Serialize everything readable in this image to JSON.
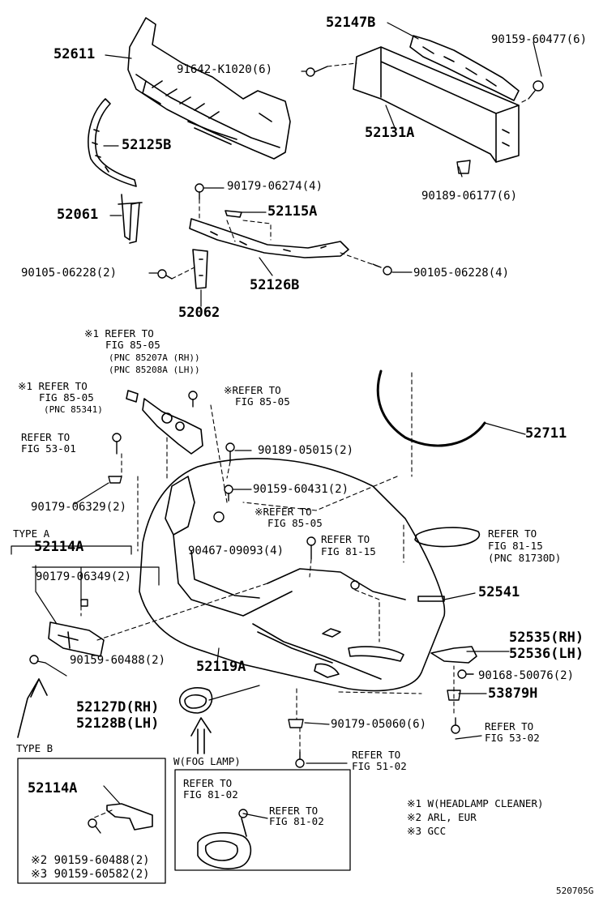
{
  "parts": {
    "p52611": "52611",
    "p52147B": "52147B",
    "p90159_60477": "90159-60477(6)",
    "p91642": "91642-K1020(6)",
    "p52125B": "52125B",
    "p52131A": "52131A",
    "p90179_06274": "90179-06274(4)",
    "p90189_06177": "90189-06177(6)",
    "p52061": "52061",
    "p52115A": "52115A",
    "p90105_left": "90105-06228(2)",
    "p90105_right": "90105-06228(4)",
    "p52126B": "52126B",
    "p52062": "52062",
    "p52711": "52711",
    "p90189_05015": "90189-05015(2)",
    "p90159_60431": "90159-60431(2)",
    "p90179_06329": "90179-06329(2)",
    "p52114A": "52114A",
    "p90179_06349": "90179-06349(2)",
    "p90467": "90467-09093(4)",
    "p52541": "52541",
    "p52535": "52535(RH)",
    "p52536": "52536(LH)",
    "p90168": "90168-50076(2)",
    "p90159_60488": "90159-60488(2)",
    "p52119A": "52119A",
    "p53879H": "53879H",
    "p52127D": "52127D(RH)",
    "p52128B": "52128B(LH)",
    "p90179_05060": "90179-05060(6)",
    "p52114A_b": "52114A",
    "p90159_60488_b": "※2 90159-60488(2)",
    "p90159_60582": "※3 90159-60582(2)"
  },
  "refs": {
    "r1_l1": "※1 REFER TO",
    "r1_l2": "FIG 85-05",
    "r1_l3": "(PNC 85207A (RH))",
    "r1_l4": "(PNC 85208A (LH))",
    "r2_l1": "※1 REFER TO",
    "r2_l2": "FIG 85-05",
    "r2_l3": "(PNC 85341)",
    "r3_l1": "※REFER TO",
    "r3_l2": "FIG 85-05",
    "r4_l1": "REFER TO",
    "r4_l2": "FIG 53-01",
    "r5_l1": "※REFER TO",
    "r5_l2": "FIG 85-05",
    "r6_l1": "REFER TO",
    "r6_l2": "FIG 81-15",
    "r7_l1": "REFER TO",
    "r7_l2": "FIG 81-15",
    "r7_l3": "(PNC 81730D)",
    "r8_l1": "REFER TO",
    "r8_l2": "FIG 53-02",
    "r9_l1": "REFER TO",
    "r9_l2": "FIG 51-02",
    "r10_l1": "REFER TO",
    "r10_l2": "FIG 81-02",
    "r11_l1": "REFER TO",
    "r11_l2": "FIG 81-02"
  },
  "section": {
    "type_a": "TYPE A",
    "type_b": "TYPE B",
    "fog_lamp": "W(FOG LAMP)"
  },
  "notes": {
    "n1": "※1 W(HEADLAMP CLEANER)",
    "n2": "※2 ARL, EUR",
    "n3": "※3 GCC"
  },
  "footer": {
    "code": "520705G"
  }
}
